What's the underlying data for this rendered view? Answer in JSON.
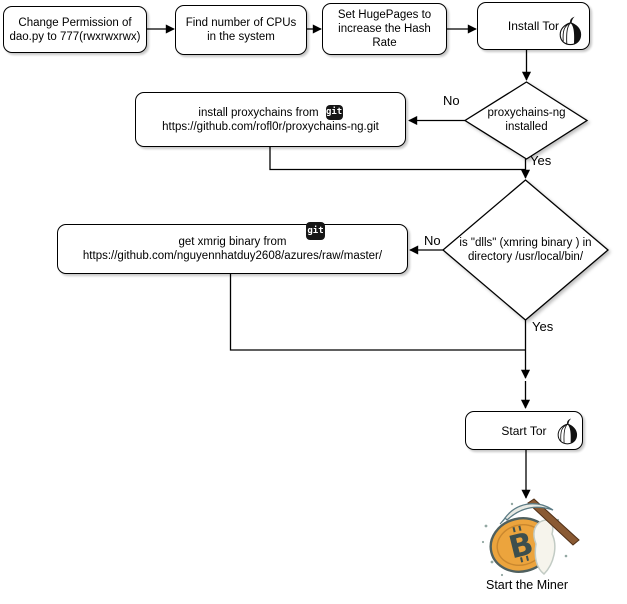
{
  "flowchart": {
    "steps": {
      "change_permission": {
        "line1": "Change Permission of",
        "line2": "dao.py to 777(rwxrwxrwx)"
      },
      "find_cpus": {
        "line1": "Find number of CPUs",
        "line2": "in the system"
      },
      "set_hugepages": {
        "line1": "Set HugePages to",
        "line2": "increase the Hash",
        "line3": "Rate"
      },
      "install_tor": {
        "label": "Install Tor"
      },
      "install_proxychains": {
        "line1": "install proxychains from",
        "line2": "https://github.com/rofl0r/proxychains-ng.git"
      },
      "get_xmrig": {
        "line1": "get xmrig binary from",
        "line2": "https://github.com/nguyennhatduy2608/azures/raw/master/"
      },
      "start_tor": {
        "label": "Start Tor"
      },
      "start_miner": {
        "label": "Start the Miner"
      }
    },
    "decisions": {
      "proxychains_installed": {
        "line1": "proxychains-ng",
        "line2": "installed"
      },
      "xmrig_present": {
        "line1": "is \"dlls\" (xmring binary ) in",
        "line2": "directory /usr/local/bin/"
      }
    },
    "edge_labels": {
      "proxychains_no": "No",
      "proxychains_yes": "Yes",
      "xmrig_no": "No",
      "xmrig_yes": "Yes"
    },
    "badges": {
      "git": "git"
    },
    "icons": {
      "tor": "tor-onion-icon",
      "miner": "bitcoin-miner-pickaxe-icon",
      "git": "git-badge-icon"
    },
    "colors": {
      "background": "#ffffff",
      "stroke": "#000000",
      "node_fill": "#ffffff",
      "git_badge_bg": "#161616",
      "git_badge_text": "#ffffff",
      "coin_fill": "#eca43d",
      "coin_outline": "#4f605f",
      "coin_inner_ring": "#c9872e",
      "bitcoin_symbol": "#3d4f4e",
      "pickaxe_handle": "#8a5a33",
      "pickaxe_head": "#e9eae4",
      "chip_fill": "#f6f4ec"
    }
  }
}
